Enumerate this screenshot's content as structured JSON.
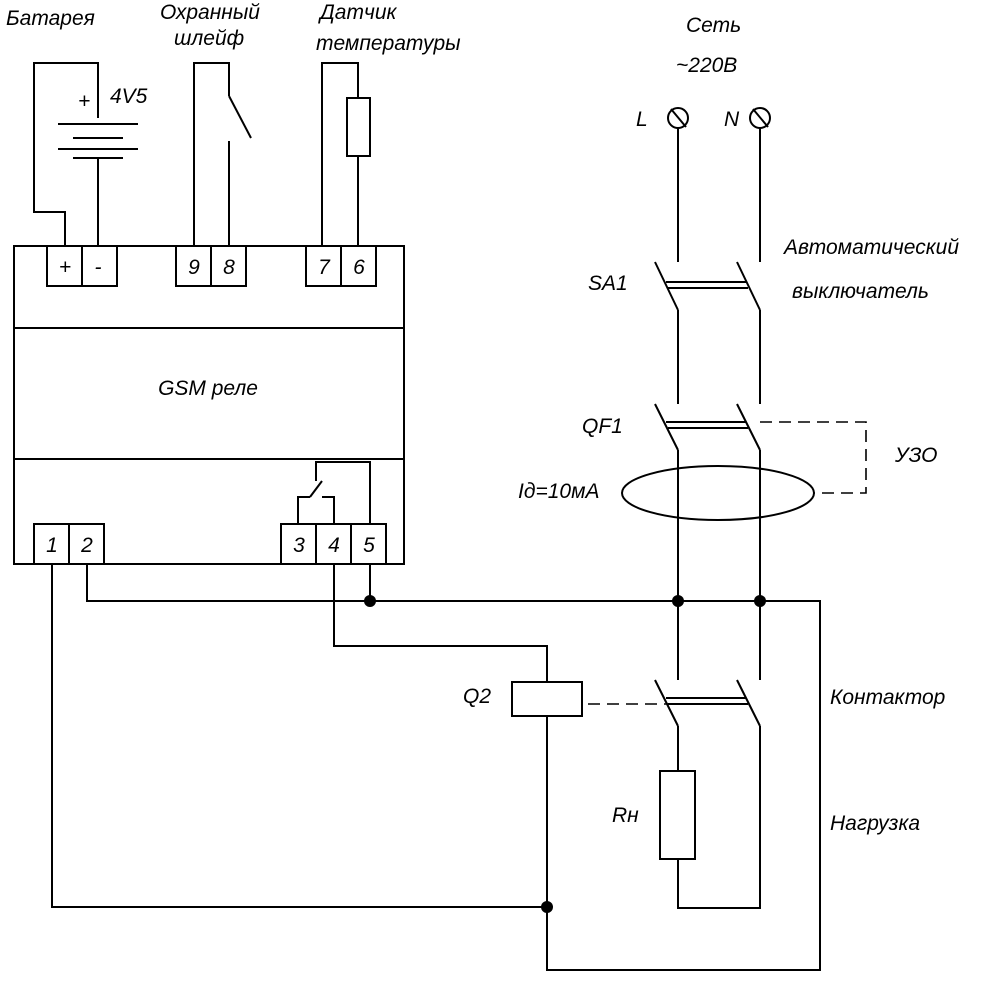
{
  "labels": {
    "battery": "Батарея",
    "battery_voltage": "4V5",
    "loop_line1": "Охранный",
    "loop_line2": "шлейф",
    "temp_line1": "Датчик",
    "temp_line2": "температуры",
    "mains_line1": "Сеть",
    "mains_line2": "~220В",
    "phase": "L",
    "neutral": "N",
    "breaker_line1": "Автоматический",
    "breaker_line2": "выключатель",
    "sa1": "SA1",
    "qf1": "QF1",
    "rcd": "УЗО",
    "leak_current": "Iд=10мА",
    "gsm_relay": "GSM реле",
    "q2": "Q2",
    "contactor": "Контактор",
    "rn": "Rн",
    "load": "Нагрузка"
  },
  "terminals": {
    "plus": "+",
    "minus": "-",
    "t9": "9",
    "t8": "8",
    "t7": "7",
    "t6": "6",
    "t1": "1",
    "t2": "2",
    "t3": "3",
    "t4": "4",
    "t5": "5"
  }
}
